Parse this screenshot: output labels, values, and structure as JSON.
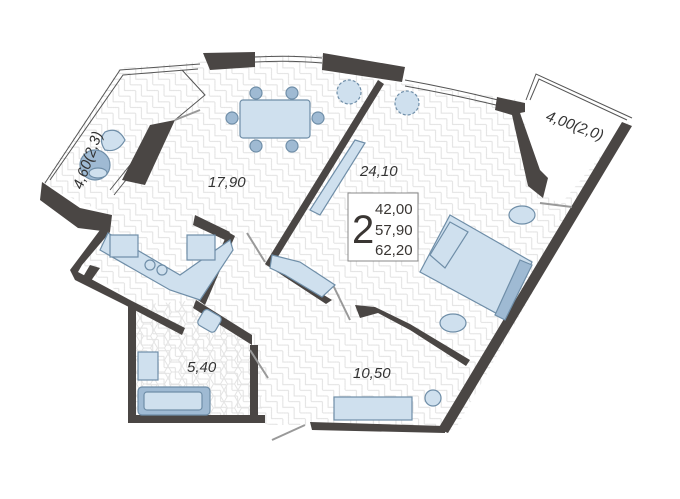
{
  "plan": {
    "rooms": [
      {
        "id": "loggia-left",
        "area": "4,60(2,3)"
      },
      {
        "id": "living-kitchen",
        "area": "17,90"
      },
      {
        "id": "bedroom",
        "area": "24,10"
      },
      {
        "id": "loggia-right",
        "area": "4,00(2,0)"
      },
      {
        "id": "bathroom",
        "area": "5,40"
      },
      {
        "id": "hallway",
        "area": "10,50"
      }
    ],
    "summary": {
      "rooms_count": "2",
      "living_area": "42,00",
      "total_area": "57,90",
      "total_with_loggias": "62,20"
    }
  },
  "colors": {
    "wall": "#4a4644",
    "furniture": "#cfe0ee",
    "furniture_stroke": "#6f8ea8"
  }
}
